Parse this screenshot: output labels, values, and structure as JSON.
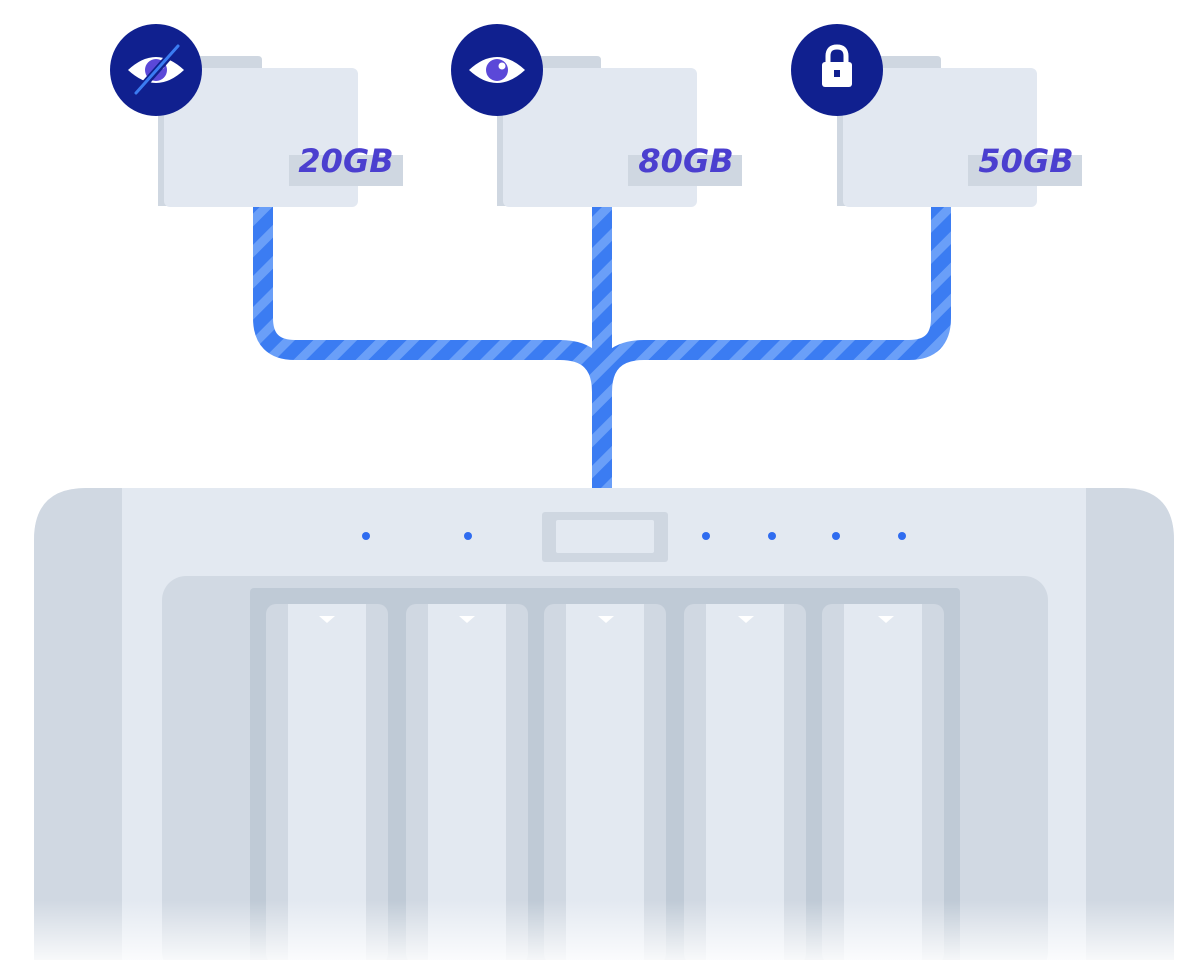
{
  "folders": [
    {
      "size_label": "20GB",
      "badge_icon": "eye-slash-icon"
    },
    {
      "size_label": "80GB",
      "badge_icon": "eye-icon"
    },
    {
      "size_label": "50GB",
      "badge_icon": "lock-icon"
    }
  ],
  "nas": {
    "drive_bays": 5,
    "indicator_lights": 6
  },
  "colors": {
    "badge_bg": "#10208f",
    "badge_glyph": "#ffffff",
    "iris": "#5b48d8",
    "size_label": "#4b3fcf",
    "cable": "#3b7cf2",
    "cable_stripe": "#6a9ff8",
    "folder_front": "#e2e8f1",
    "folder_back": "#cfd7e1",
    "folder_tag": "#cfd7e1",
    "nas_body": "#e3e9f1",
    "nas_side": "#d0d8e2",
    "nas_bay_bg": "#d1d9e3",
    "led": "#2f6cf0"
  }
}
